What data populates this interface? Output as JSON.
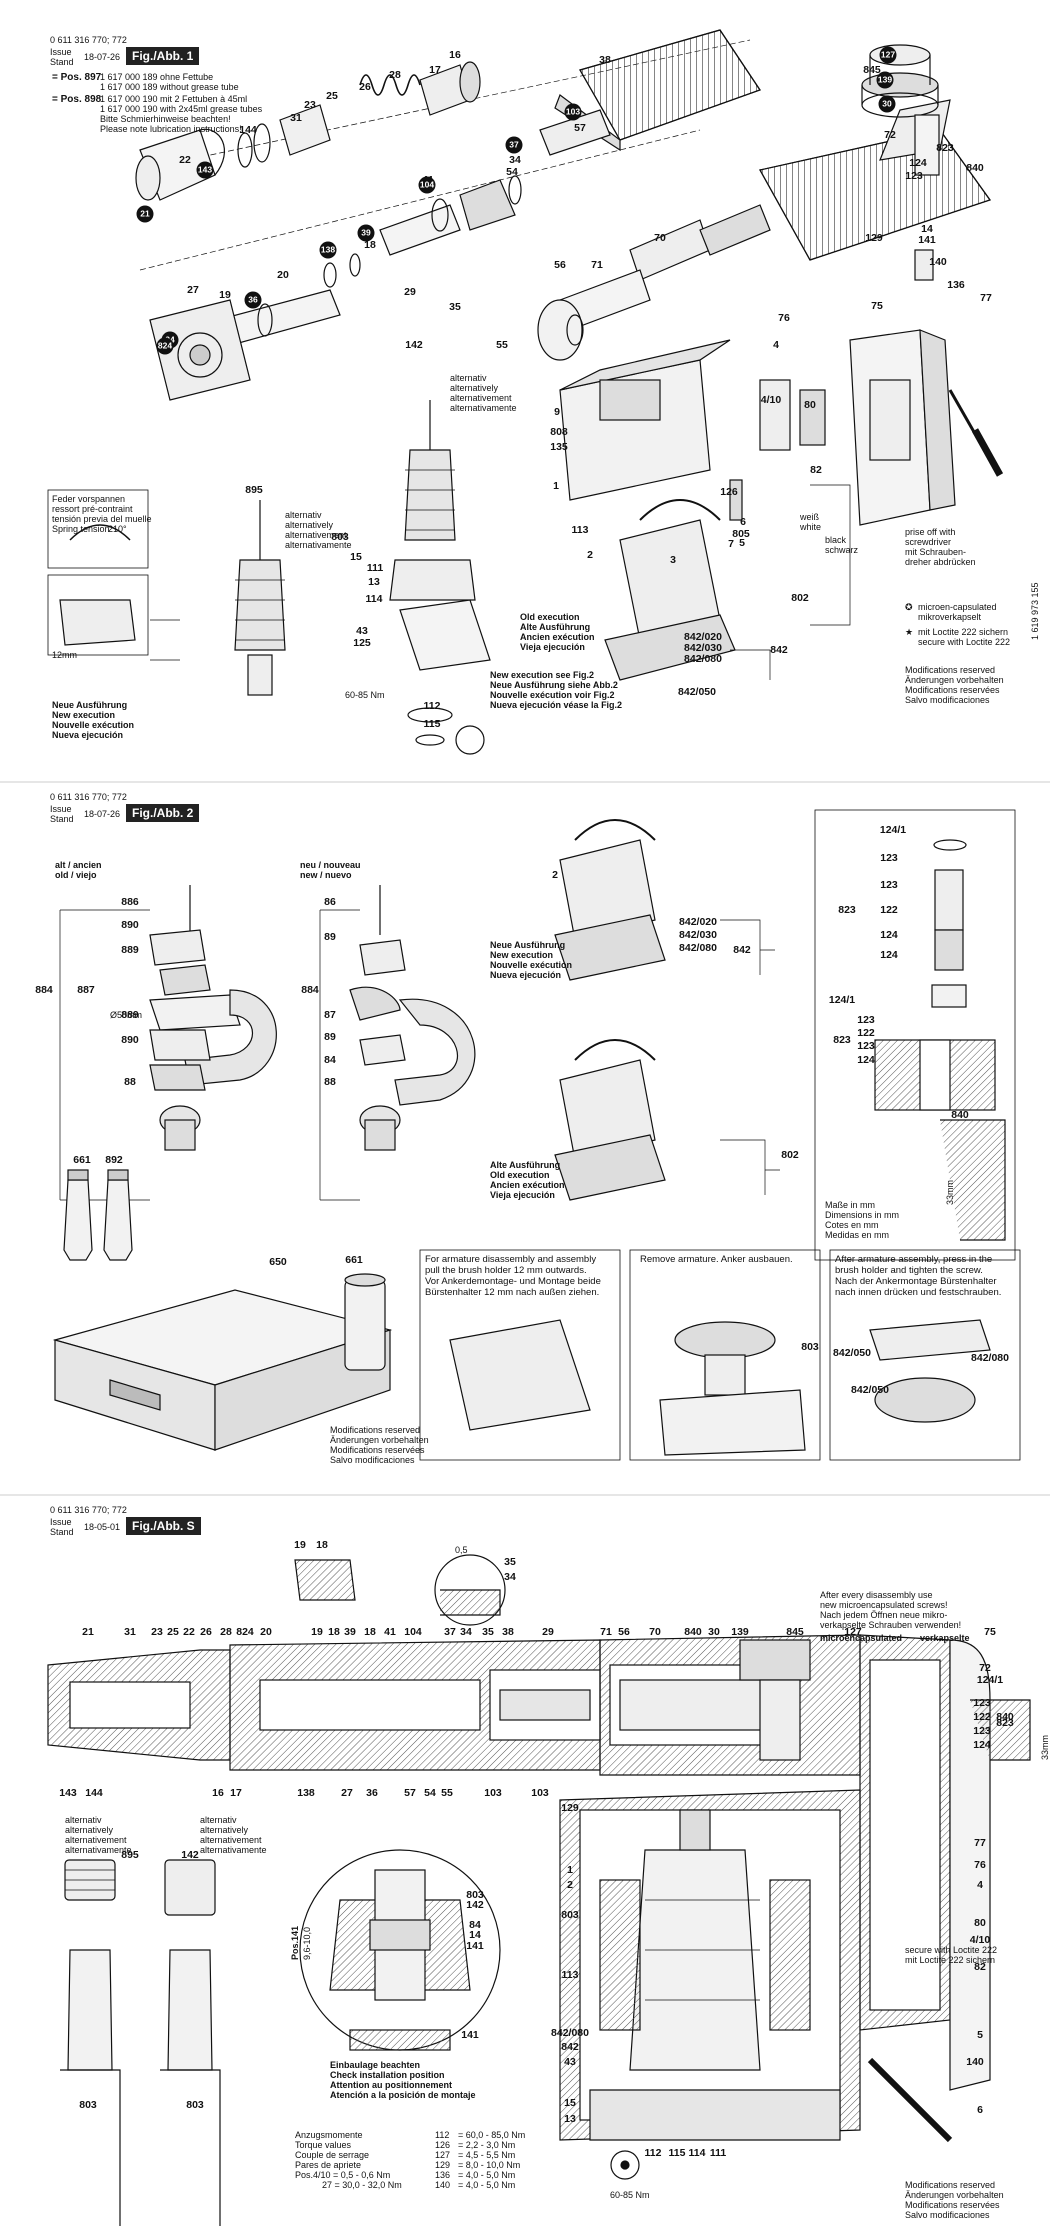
{
  "header": {
    "doc_number": "0 611 316 770; 772",
    "issue_label": "Issue",
    "stand_label": "Stand",
    "fig1_date": "18-07-26",
    "fig2_date": "18-07-26",
    "figS_date": "18-05-01",
    "fig1_tag": "Fig./Abb. 1",
    "fig2_tag": "Fig./Abb. 2",
    "figS_tag": "Fig./Abb. S"
  },
  "fig1": {
    "pos897_label": "= Pos. 897",
    "pos897_lines": [
      "1 617 000 189 ohne Fettube",
      "1 617 000 189 without grease tube"
    ],
    "pos898_label": "= Pos. 898",
    "pos898_lines": [
      "1 617 000 190 mit 2 Fettuben à 45ml",
      "1 617 000 190 with 2x45ml grease tubes",
      "Bitte Schmierhinweise beachten!",
      "Please note lubrication instructions!"
    ],
    "spring_box": [
      "Feder vorspannen",
      "ressort pré-contraint",
      "tensión previa del muelle",
      "Spring tension"
    ],
    "spring_value": "210°",
    "alt_lines": [
      "alternativ",
      "alternatively",
      "alternativement",
      "alternativamente"
    ],
    "new_exec": [
      "Neue Ausführung",
      "New execution",
      "Nouvelle exécution",
      "Nueva ejecución"
    ],
    "old_exec": [
      "Old execution",
      "Alte Ausführung",
      "Ancien exécution",
      "Vieja ejecución"
    ],
    "new_exec_see": [
      "New execution see Fig.2",
      "Neue Ausführung siehe Abb.2",
      "Nouvelle exécution voir Fig.2",
      "Nueva ejecución véase la Fig.2"
    ],
    "wire_white": [
      "weiß",
      "white"
    ],
    "wire_black": [
      "black",
      "schwarz"
    ],
    "prise_off": [
      "prise off with",
      "screwdriver",
      "mit Schrauben-",
      "dreher abdrücken"
    ],
    "legend_micro": [
      "microen-capsulated",
      "mikroverkapselt"
    ],
    "legend_loctite": [
      "mit Loctite 222 sichern",
      "secure with Loctite 222"
    ],
    "doc_id": "1 619 973 155",
    "modifications": [
      "Modifications reserved",
      "Änderungen vorbehalten",
      "Modifications reservées",
      "Salvo modificaciones"
    ],
    "torque_range": "60-85 Nm",
    "dim_12mm": "12mm",
    "callouts": [
      "16",
      "17",
      "28",
      "26",
      "25",
      "23",
      "31",
      "144",
      "22",
      "38",
      "57",
      "34",
      "54",
      "41",
      "18",
      "20",
      "19",
      "27",
      "29",
      "35",
      "56",
      "71",
      "70",
      "55",
      "72",
      "124",
      "123",
      "823",
      "129",
      "840",
      "14",
      "141",
      "140",
      "136",
      "77",
      "75",
      "76",
      "4",
      "4/10",
      "80",
      "82",
      "9",
      "808",
      "135",
      "1",
      "113",
      "126",
      "6",
      "805",
      "5",
      "7",
      "142",
      "803",
      "15",
      "111",
      "13",
      "114",
      "43",
      "125",
      "112",
      "115",
      "842/020",
      "842/030",
      "842/080",
      "842",
      "802",
      "895",
      "3",
      "2",
      "845",
      "842/050"
    ],
    "dot_callouts": [
      "21",
      "143",
      "24",
      "39",
      "138",
      "36",
      "103",
      "104",
      "37",
      "127",
      "139",
      "30",
      "824"
    ]
  },
  "fig2": {
    "old_label": [
      "alt / ancien",
      "old / viejo"
    ],
    "new_label": [
      "neu / nouveau",
      "new / nuevo"
    ],
    "diameter": "Ø50mm",
    "neue_ausf": [
      "Neue Ausführung",
      "New execution",
      "Nouvelle exécution",
      "Nueva ejecución"
    ],
    "alte_ausf": [
      "Alte Ausführung",
      "Old execution",
      "Ancien exécution",
      "Vieja ejecución"
    ],
    "dims": [
      "Maße in mm",
      "Dimensions in mm",
      "Cotes en mm",
      "Medidas en mm"
    ],
    "dim_33": "33mm",
    "box1": "For armature disassembly and assembly\npull the brush holder 12 mm outwards.\nVor Ankerdemontage- und Montage beide\nBürstenhalter 12 mm nach außen ziehen.",
    "box2": "Remove armature. Anker ausbauen.",
    "box3": "After armature assembly, press in the\nbrush holder and tighten the screw.\nNach der Ankermontage Bürstenhalter\nnach innen drücken und festschrauben.",
    "modifications": [
      "Modifications reserved",
      "Änderungen vorbehalten",
      "Modifications reservées",
      "Salvo modificaciones"
    ],
    "callouts_old": [
      "886",
      "890",
      "889",
      "887",
      "889",
      "890",
      "88",
      "884"
    ],
    "callouts_new": [
      "86",
      "89",
      "87",
      "89",
      "84",
      "88",
      "884"
    ],
    "callouts_right": [
      "124/1",
      "123",
      "123",
      "122",
      "124",
      "124",
      "823",
      "124/1",
      "123",
      "122",
      "123",
      "124",
      "823",
      "840",
      "842/020",
      "842/030",
      "842/080",
      "842",
      "802",
      "2",
      "661",
      "892",
      "650",
      "661",
      "803",
      "842/050",
      "842/080",
      "842/050"
    ]
  },
  "figS": {
    "dim_05": "0,5",
    "top_callouts": [
      "21",
      "31",
      "23",
      "25",
      "22",
      "26",
      "28",
      "824",
      "20",
      "19",
      "18",
      "39",
      "18",
      "41",
      "104",
      "37",
      "34",
      "35",
      "38",
      "29",
      "71",
      "56",
      "70",
      "840",
      "30",
      "139",
      "845",
      "127",
      "75"
    ],
    "notice": [
      "After every disassembly use",
      "new microencapsulated screws!",
      "Nach jedem Öffnen neue mikro-",
      "verkapselte Schrauben verwenden!"
    ],
    "notice_bold": [
      "microencapsulated",
      "verkapselte"
    ],
    "right_callouts": [
      "72",
      "124/1",
      "123",
      "122",
      "123",
      "124",
      "823",
      "840",
      "77",
      "76",
      "4",
      "80",
      "4/10",
      "82",
      "5",
      "140",
      "6"
    ],
    "bottom_callouts": [
      "143",
      "144",
      "16",
      "17",
      "138",
      "27",
      "36",
      "57",
      "54",
      "55",
      "103",
      "103",
      "129",
      "1",
      "2",
      "803",
      "113",
      "842/080",
      "842",
      "43",
      "15",
      "13",
      "112",
      "115",
      "114",
      "111"
    ],
    "loctite": [
      "secure with Loctite 222",
      "mit Loctite 222 sichern"
    ],
    "alt_lines": [
      "alternativ",
      "alternatively",
      "alternativement",
      "alternativamente"
    ],
    "install_note": [
      "Einbaulage beachten",
      "Check installation position",
      "Attention au positionnement",
      "Atención a la posición de montaje"
    ],
    "pos141": "Pos.141",
    "pos141_dim": "9,6-10,0",
    "dim_33": "33mm",
    "torque_title": [
      "Anzugsmomente",
      "Torque values",
      "Couple de serrage",
      "Pares de apriete"
    ],
    "torque_rows": [
      [
        "112",
        "= 60,0 - 85,0 Nm"
      ],
      [
        "126",
        "= 2,2 - 3,0 Nm"
      ],
      [
        "127",
        "= 4,5 - 5,5 Nm"
      ],
      [
        "129",
        "= 8,0 - 10,0 Nm"
      ],
      [
        "136",
        "= 4,0 - 5,0 Nm"
      ],
      [
        "140",
        "= 4,0 - 5,0 Nm"
      ]
    ],
    "torque_pos": [
      "Pos.4/10 = 0,5 - 0,6 Nm",
      "27 = 30,0 - 32,0 Nm"
    ],
    "torque_112": "60-85 Nm",
    "modifications": [
      "Modifications reserved",
      "Änderungen vorbehalten",
      "Modifications reservées",
      "Salvo modificaciones"
    ]
  },
  "colors": {
    "ink": "#111111",
    "hatch": "#555555",
    "fill": "#ececec",
    "dark": "#222222"
  }
}
